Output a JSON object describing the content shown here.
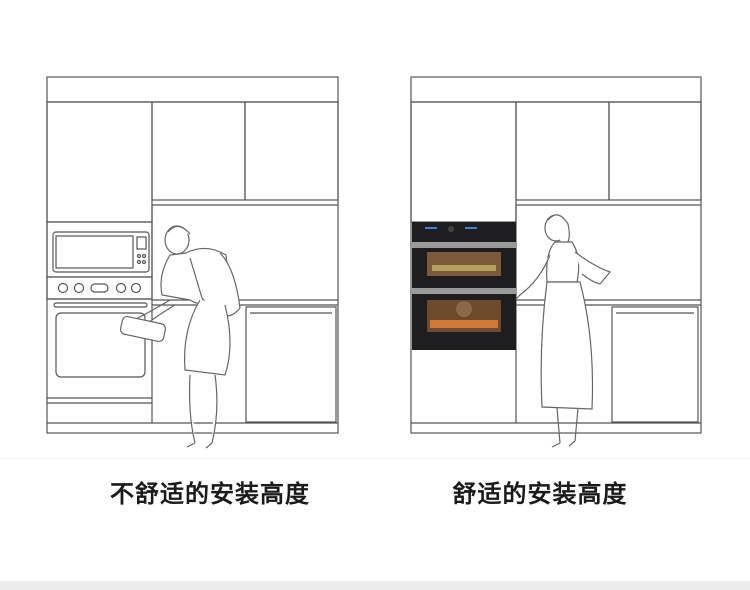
{
  "captions": {
    "left": "不舒适的安装高度",
    "right": "舒适的安装高度"
  },
  "colors": {
    "line": "#555555",
    "oven_body": "#1e1e20",
    "oven_window": "#7a5a3a",
    "caption": "#1a1a1a"
  },
  "icons": [
    "kitchen-left-illustration",
    "kitchen-right-illustration",
    "woman-bending-figure",
    "woman-standing-figure",
    "built-in-oven"
  ]
}
